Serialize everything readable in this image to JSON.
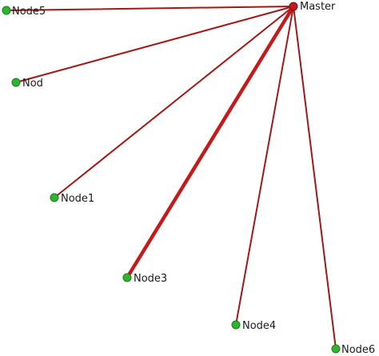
{
  "nodes": {
    "master": {
      "label": "Master"
    },
    "node5": {
      "label": "Node5"
    },
    "node_truncated": {
      "label": "Nod"
    },
    "node1": {
      "label": "Node1"
    },
    "node3": {
      "label": "Node3"
    },
    "node4": {
      "label": "Node4"
    },
    "node6": {
      "label": "Node6"
    }
  },
  "edges": [
    {
      "from": "node5",
      "to": "master",
      "weight": "thin"
    },
    {
      "from": "node_truncated",
      "to": "master",
      "weight": "thin"
    },
    {
      "from": "node1",
      "to": "master",
      "weight": "thin"
    },
    {
      "from": "node3",
      "to": "master",
      "weight": "thick"
    },
    {
      "from": "node4",
      "to": "master",
      "weight": "thin"
    },
    {
      "from": "node6",
      "to": "master",
      "weight": "thin"
    }
  ],
  "colors": {
    "node": "#2fb42f",
    "master": "#c41a1a",
    "edge": "#a01818"
  }
}
